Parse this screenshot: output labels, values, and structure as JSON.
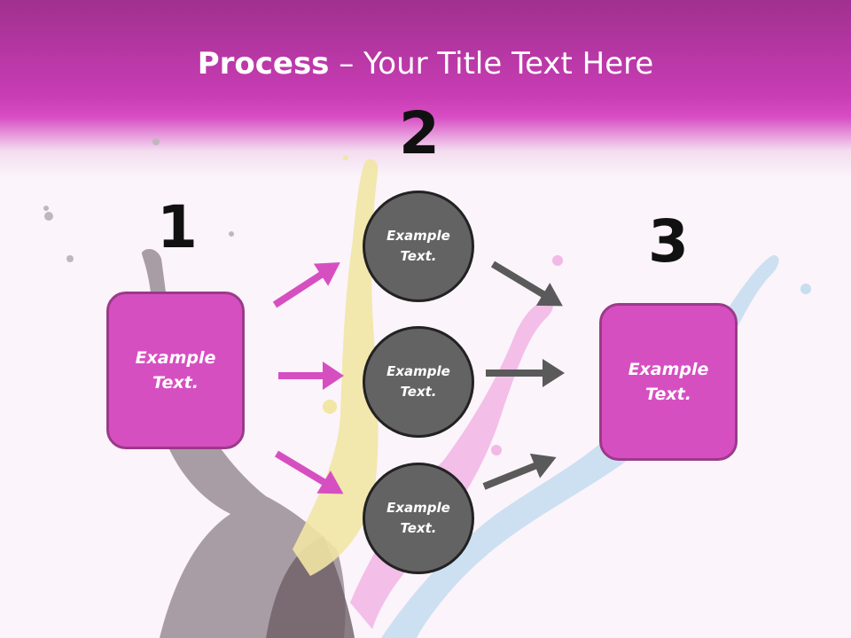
{
  "slide": {
    "title_bold": "Process",
    "title_rest": " – Your Title Text Here"
  },
  "steps": {
    "one": "1",
    "two": "2",
    "three": "3"
  },
  "left_box": {
    "text": "Example\nText."
  },
  "right_box": {
    "text": "Example\nText."
  },
  "circles": [
    {
      "text": "Example\nText."
    },
    {
      "text": "Example\nText."
    },
    {
      "text": "Example\nText."
    }
  ],
  "colors": {
    "header": "#c93db5",
    "box_fill": "#d64fc1",
    "box_border": "#9b3a8a",
    "circle_fill": "#636363",
    "pink_arrow": "#d64fc1",
    "gray_arrow": "#5a5a5a"
  }
}
